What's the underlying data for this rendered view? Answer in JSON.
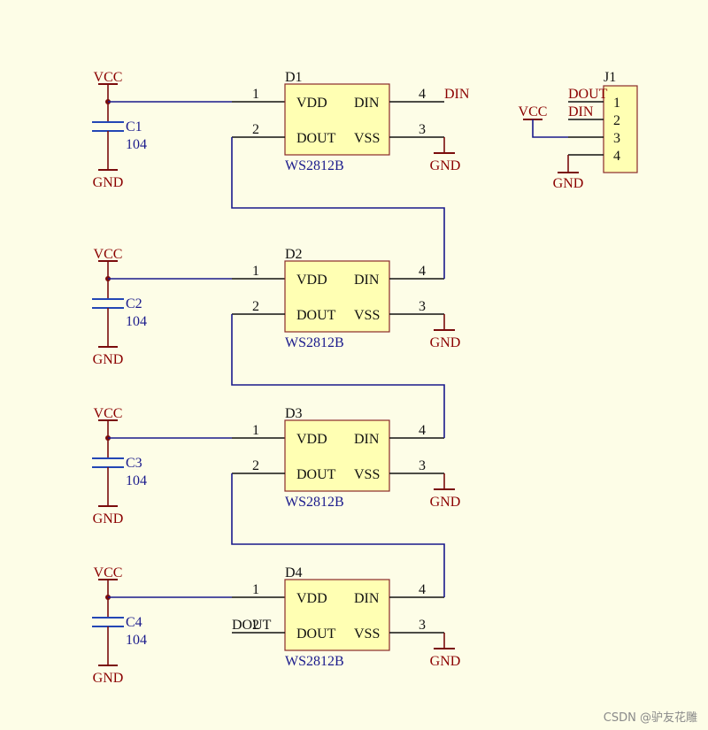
{
  "colors": {
    "background": "#fdfde7",
    "wire": "#1a1a8c",
    "power": "#7a0c0c",
    "chip_fill": "#ffffb3",
    "chip_stroke": "#8a2a2a",
    "cap": "#2346b5",
    "text_red": "#8b0000",
    "text_blue": "#1a1a8c"
  },
  "labels": {
    "vcc": "VCC",
    "gnd": "GND",
    "din": "DIN",
    "dout": "DOUT"
  },
  "chip_model": "WS2812B",
  "pin_names": {
    "vdd": "VDD",
    "din": "DIN",
    "dout": "DOUT",
    "vss": "VSS"
  },
  "pin_numbers": {
    "vdd": "1",
    "dout": "2",
    "vss": "3",
    "din": "4"
  },
  "stages": [
    {
      "designator": "D1",
      "capacitor": "C1",
      "cap_value": "104"
    },
    {
      "designator": "D2",
      "capacitor": "C2",
      "cap_value": "104"
    },
    {
      "designator": "D3",
      "capacitor": "C3",
      "cap_value": "104"
    },
    {
      "designator": "D4",
      "capacitor": "C4",
      "cap_value": "104"
    }
  ],
  "connector": {
    "designator": "J1",
    "pins": [
      "1",
      "2",
      "3",
      "4"
    ],
    "net_labels": [
      "DOUT",
      "DIN",
      "VCC",
      "GND"
    ]
  },
  "watermark": "CSDN @驴友花雕"
}
